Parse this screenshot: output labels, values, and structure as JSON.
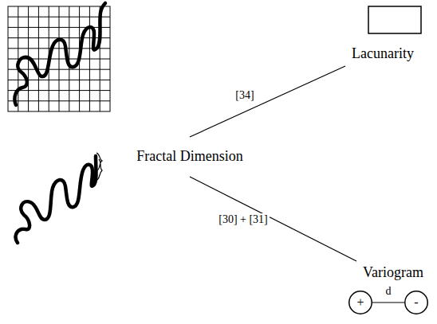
{
  "diagram": {
    "nodes": [
      {
        "text": [
          "Lacunarity"
        ]
      },
      {
        "text": [
          "Fractal Dimension"
        ]
      },
      {
        "text": [
          "Variogram"
        ]
      },
      {
        "text": [
          "+"
        ]
      },
      {
        "text": [
          "-"
        ]
      }
    ],
    "edges": [
      {
        "from": 1,
        "to": 0,
        "label": "[34]",
        "arrow": "none"
      },
      {
        "from": 1,
        "to": 2,
        "label": "[30] + [31]",
        "arrow": "none"
      },
      {
        "from": 3,
        "to": 4,
        "label": "d",
        "arrow": "none"
      }
    ]
  }
}
